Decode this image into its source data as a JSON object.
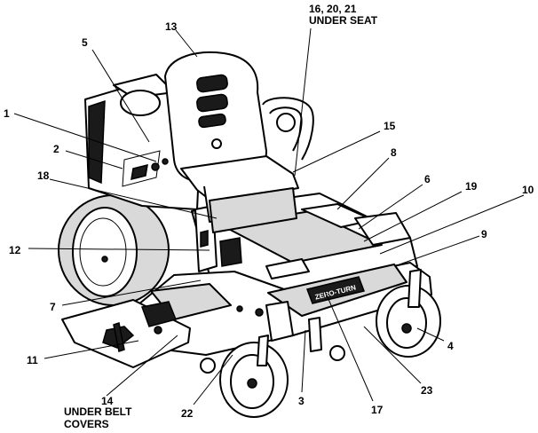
{
  "callouts": {
    "c1": "1",
    "c2": "2",
    "c3": "3",
    "c4": "4",
    "c5": "5",
    "c6": "6",
    "c7": "7",
    "c8": "8",
    "c9": "9",
    "c10": "10",
    "c11": "11",
    "c12": "12",
    "c13": "13",
    "c14": "14",
    "c15": "15",
    "c16_20_21": "16, 20, 21",
    "c17": "17",
    "c18": "18",
    "c19": "19",
    "c22": "22",
    "c23": "23"
  },
  "notes": {
    "under_seat": "UNDER SEAT",
    "under_belt_line1": "UNDER BELT",
    "under_belt_line2": "COVERS"
  },
  "deck_logo": "ZERO-TURN"
}
